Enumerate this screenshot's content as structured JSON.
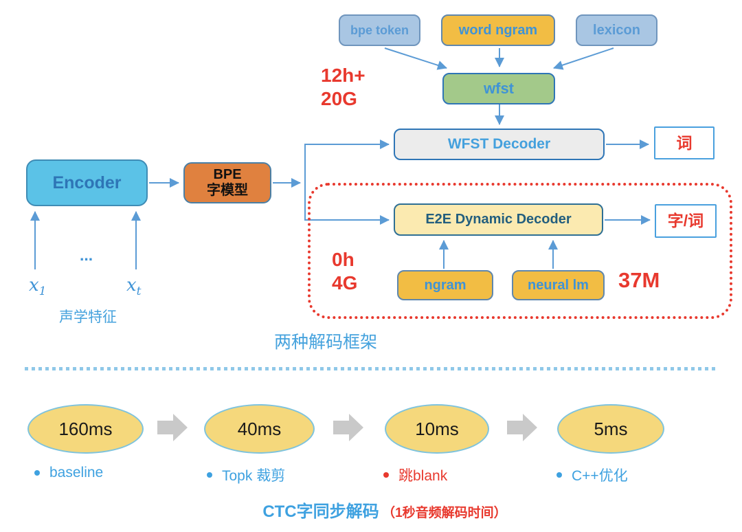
{
  "colors": {
    "arrow_blue": "#5b9bd5",
    "accent_red": "#e8392e",
    "source_blue_fill": "#a9c6e3",
    "yellow_fill": "#f2bd44",
    "wfst_green_fill": "#a3c98a",
    "encoder_fill": "#5bc2e7",
    "bpe_fill": "#e0813f",
    "wfst_decoder_fill": "#ececec",
    "e2e_fill": "#fbeab0",
    "ellipse_fill": "#f5d87c",
    "divider_blue": "#8fc8e8",
    "stage_arrow_gray": "#c9c9c9",
    "label_blue": "#45a2dd"
  },
  "top": {
    "sources": [
      {
        "label": "bpe token"
      },
      {
        "label": "word ngram"
      },
      {
        "label": "lexicon"
      }
    ],
    "wfst_label": "wfst",
    "cost_line1": "12h+",
    "cost_line2": "20G"
  },
  "pipeline": {
    "encoder_label": "Encoder",
    "bpe_line1": "BPE",
    "bpe_line2": "字模型",
    "wfst_decoder_label": "WFST Decoder",
    "wfst_output_label": "词",
    "e2e_decoder_label": "E2E Dynamic Decoder",
    "e2e_output_label": "字/词",
    "ngram_label": "ngram",
    "neural_lm_label": "neural lm",
    "e2e_cost_line1": "0h",
    "e2e_cost_line2": "4G",
    "model_size_label": "37M"
  },
  "inputs": {
    "x_base": "x",
    "x1_sub": "1",
    "xt_sub": "t",
    "ellipsis": "...",
    "caption": "声学特征"
  },
  "framework_caption": "两种解码框架",
  "timeline": {
    "stages": [
      {
        "time": "160ms",
        "note": "baseline",
        "color": "blue"
      },
      {
        "time": "40ms",
        "note": "Topk 裁剪",
        "color": "blue"
      },
      {
        "time": "10ms",
        "note": "跳blank",
        "color": "red"
      },
      {
        "time": "5ms",
        "note": "C++优化",
        "color": "blue"
      }
    ],
    "caption_main": "CTC字同步解码",
    "caption_paren": "（1秒音频解码时间）"
  }
}
